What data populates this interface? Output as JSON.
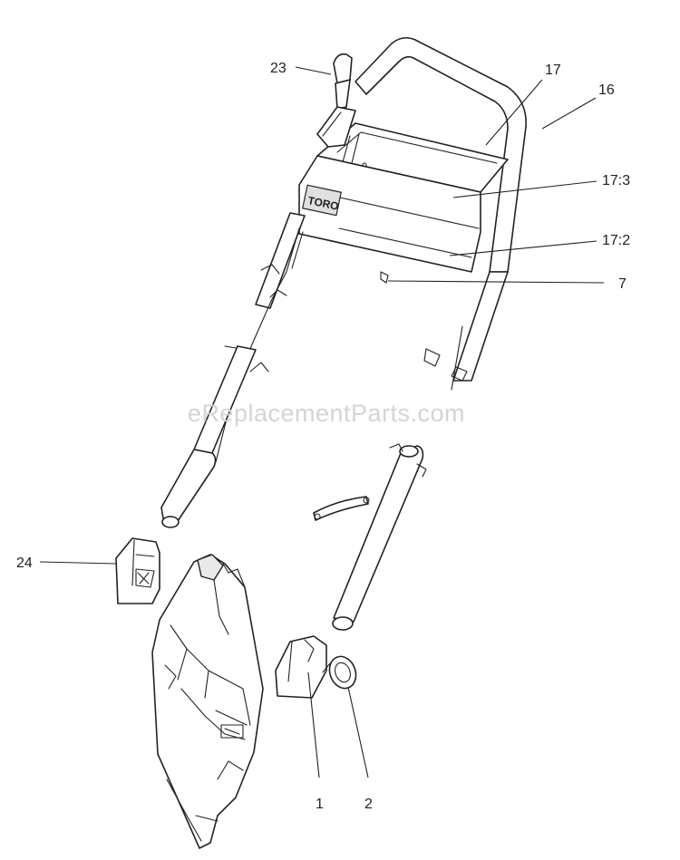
{
  "watermark": "eReplacementParts.com",
  "brand_logo": "TORO",
  "callouts": {
    "c23": "23",
    "c17": "17",
    "c16": "16",
    "c17_3": "17:3",
    "c17_2": "17:2",
    "c7": "7",
    "c24": "24",
    "c1": "1",
    "c2": "2"
  }
}
